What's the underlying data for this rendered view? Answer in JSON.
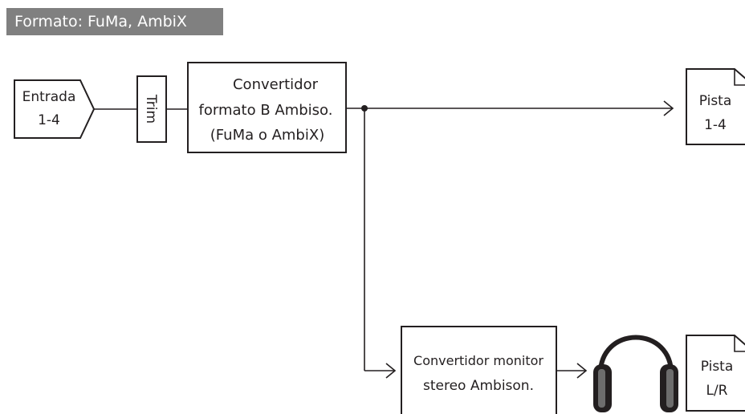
{
  "header": {
    "title": "Formato: FuMa, AmbiX"
  },
  "nodes": {
    "input": {
      "line1": "Entrada",
      "line2": "1-4"
    },
    "trim": {
      "label": "Trim"
    },
    "converter_b": {
      "line1": "Convertidor",
      "line2": "formato B Ambiso.",
      "line3": "(FuMa o AmbiX)"
    },
    "track_1_4": {
      "line1": "Pista",
      "line2": "1-4"
    },
    "monitor_converter": {
      "line1": "Convertidor monitor",
      "line2": "stereo Ambison."
    },
    "track_lr": {
      "line1": "Pista",
      "line2": "L/R"
    }
  },
  "colors": {
    "header_bg": "#808080",
    "header_text": "#ffffff",
    "line": "#231f20"
  }
}
